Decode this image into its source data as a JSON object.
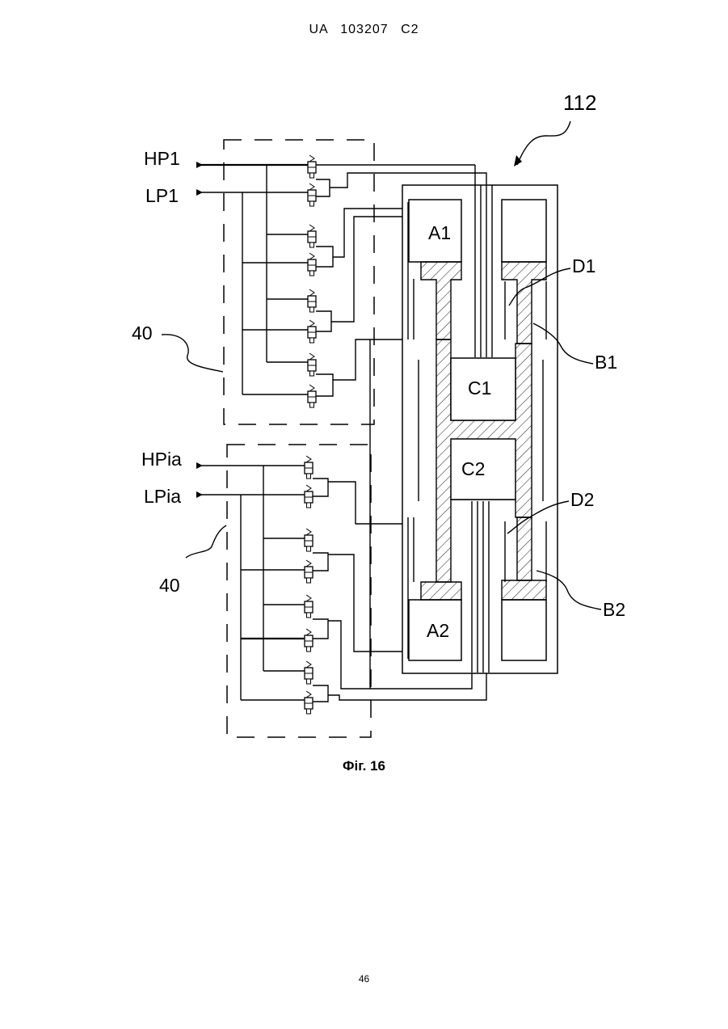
{
  "header": {
    "text": "UA   103207   C2"
  },
  "figure": {
    "ref_main": "112",
    "ref_group_top": "40",
    "ref_group_bottom": "40",
    "inputs": [
      "HP1",
      "LP1",
      "HPia",
      "LPia"
    ],
    "chambers": [
      "A1",
      "C1",
      "C2",
      "A2"
    ],
    "parts": [
      "D1",
      "B1",
      "D2",
      "B2"
    ]
  },
  "caption": "Фіг. 16",
  "page_number": "46"
}
